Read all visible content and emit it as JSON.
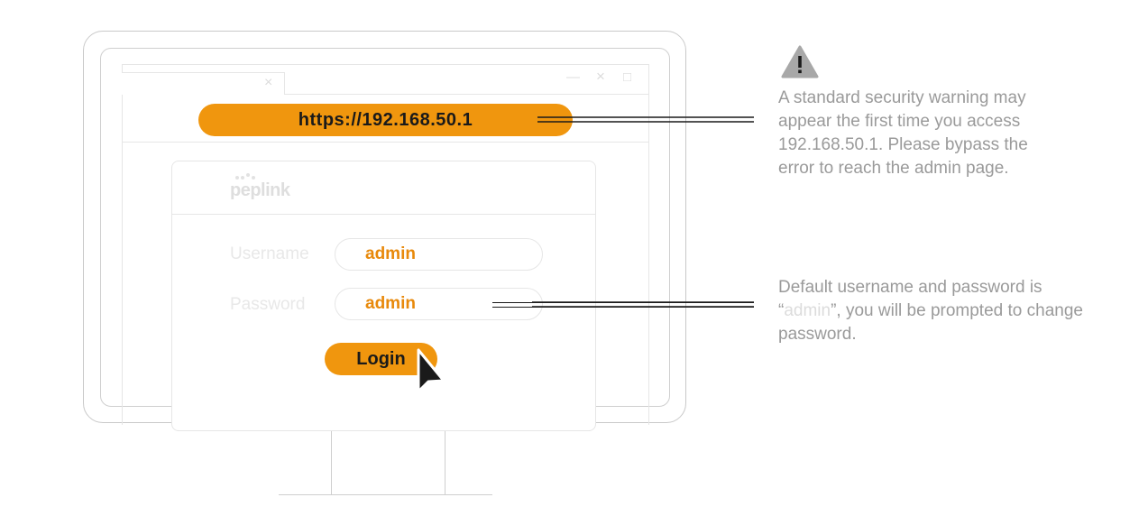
{
  "browser": {
    "url": "https://192.168.50.1",
    "tab_close": "×",
    "window_controls": {
      "minimize": "—",
      "close": "×",
      "maximize": "□"
    }
  },
  "login": {
    "logo": "peplink",
    "username_label": "Username",
    "username_value": "admin",
    "password_label": "Password",
    "password_value": "admin",
    "button_label": "Login"
  },
  "annotations": {
    "warning_icon": "warning-triangle-icon",
    "warning_text": "A standard security warning may appear the first time you access 192.168.50.1. Please bypass the error to reach the admin page.",
    "credentials_text_before": "Default username and password is “",
    "credentials_highlight": "admin",
    "credentials_text_after": "”, you will be prompted to change password."
  },
  "colors": {
    "accent": "#f0960e",
    "accent_text": "#e8890b",
    "note_text": "#9a9a9a",
    "outline": "#cfcfcf"
  }
}
